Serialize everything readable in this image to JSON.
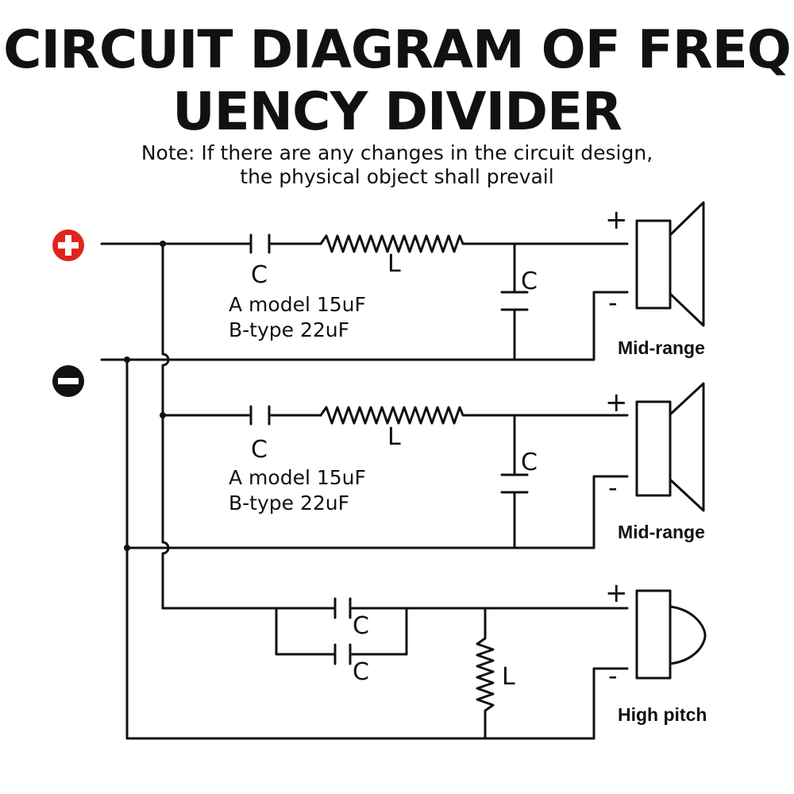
{
  "header": {
    "title_line1": "CIRCUIT DIAGRAM OF FREQ",
    "title_line2": "UENCY DIVIDER",
    "note_line1": "Note: If there are any changes in the circuit design,",
    "note_line2": "the physical object shall prevail"
  },
  "terminals": {
    "positive": "+",
    "negative": "−"
  },
  "colors": {
    "positive_terminal": "#e0231d",
    "negative_terminal": "#111111",
    "wire": "#111111"
  },
  "branches": [
    {
      "id": "mid-1",
      "cap_label": "C",
      "inductor_label": "L",
      "shunt_cap_label": "C",
      "cap_value_a": "A model 15uF",
      "cap_value_b": "B-type 22uF",
      "speaker_label": "Mid-range",
      "plus": "+",
      "minus": "-"
    },
    {
      "id": "mid-2",
      "cap_label": "C",
      "inductor_label": "L",
      "shunt_cap_label": "C",
      "cap_value_a": "A model 15uF",
      "cap_value_b": "B-type 22uF",
      "speaker_label": "Mid-range",
      "plus": "+",
      "minus": "-"
    },
    {
      "id": "tweeter",
      "cap1_label": "C",
      "cap2_label": "C",
      "inductor_label": "L",
      "speaker_label": "High pitch",
      "plus": "+",
      "minus": "-"
    }
  ]
}
